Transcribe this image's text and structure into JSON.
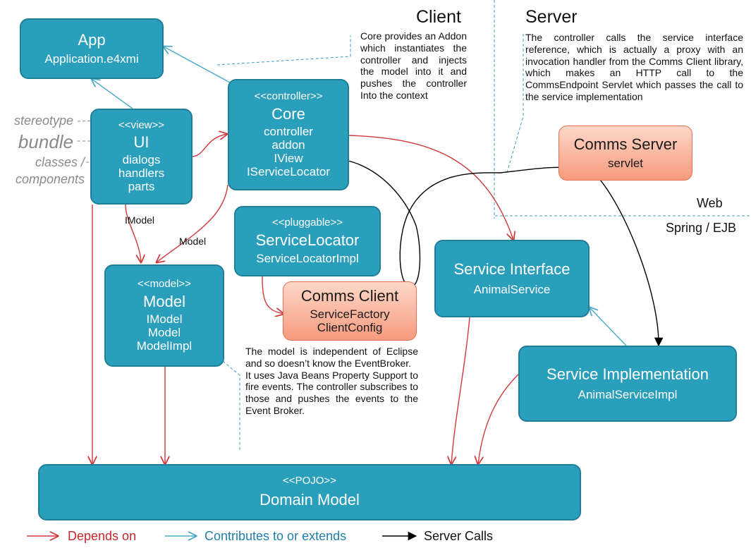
{
  "headers": {
    "client": "Client",
    "server": "Server",
    "web": "Web",
    "spring_ejb": "Spring / EJB"
  },
  "key": {
    "stereotype": "stereotype",
    "bundle": "bundle",
    "classes": "classes /",
    "components": "components"
  },
  "nodes": {
    "app": {
      "title": "App",
      "items": [
        "Application.e4xmi"
      ]
    },
    "ui": {
      "stereotype": "<<view>>",
      "title": "UI",
      "items": [
        "dialogs",
        "handlers",
        "parts"
      ]
    },
    "core": {
      "stereotype": "<<controller>>",
      "title": "Core",
      "items": [
        "controller",
        "addon",
        "IView",
        "IServiceLocator"
      ]
    },
    "service_locator": {
      "stereotype": "<<pluggable>>",
      "title": "ServiceLocator",
      "items": [
        "ServiceLocatorImpl"
      ]
    },
    "model": {
      "stereotype": "<<model>>",
      "title": "Model",
      "items": [
        "IModel",
        "Model",
        "ModelImpl"
      ]
    },
    "comms_client": {
      "title": "Comms Client",
      "items": [
        "ServiceFactory",
        "ClientConfig"
      ]
    },
    "comms_server": {
      "title": "Comms Server",
      "items": [
        "servlet"
      ]
    },
    "service_interface": {
      "title": "Service Interface",
      "items": [
        "AnimalService"
      ]
    },
    "service_impl": {
      "title": "Service Implementation",
      "items": [
        "AnimalServiceImpl"
      ]
    },
    "domain_model": {
      "stereotype": "<<POJO>>",
      "title": "Domain Model"
    }
  },
  "notes": {
    "core_note": "Core provides an Addon which instantiates the controller and injects the model into it and pushes the controller Into the context",
    "server_note": "The controller calls the service interface reference, which is actually a proxy with an invocation handler from the Comms Client library, which makes an HTTP call to the CommsEndpoint Servlet which passes the call to the service implementation",
    "model_note_lines": [
      "The model is independent of Eclipse and so doesn’t know the EventBroker.",
      "It uses Java Beans Property Support to fire events.  The controller subscribes to those and pushes the events to the Event Broker."
    ]
  },
  "edge_labels": {
    "imodel": "IModel",
    "model": "Model"
  },
  "legend": {
    "depends_on": "Depends on",
    "contributes": "Contributes to or extends",
    "server_calls": "Server Calls"
  },
  "colors": {
    "node_fill": "#2a9fbc",
    "node_border": "#1f7f98",
    "depends": "#d0383c",
    "contributes": "#4aa8c8",
    "server_calls": "#000000",
    "note_dash": "#3a9fbf",
    "legend_depends_text": "#c0282c",
    "legend_contrib_text": "#1f7fa8"
  }
}
